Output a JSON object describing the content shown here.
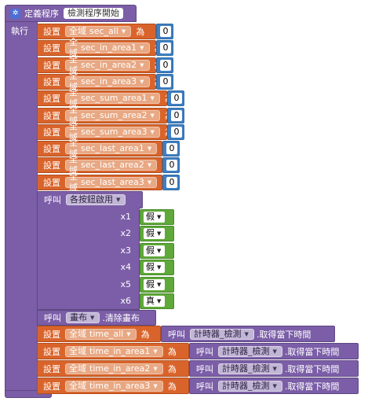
{
  "procedure": {
    "keyword": "定義程序",
    "name": "檢測程序開始",
    "do_label": "執行"
  },
  "labels": {
    "set": "設置",
    "global": "全域",
    "to": "為",
    "call": "呼叫"
  },
  "set_number_blocks": [
    {
      "var": "sec_all",
      "value": "0"
    },
    {
      "var": "sec_in_area1",
      "value": "0"
    },
    {
      "var": "sec_in_area2",
      "value": "0"
    },
    {
      "var": "sec_in_area3",
      "value": "0"
    },
    {
      "var": "sec_sum_area1",
      "value": "0"
    },
    {
      "var": "sec_sum_area2",
      "value": "0"
    },
    {
      "var": "sec_sum_area3",
      "value": "0"
    },
    {
      "var": "sec_last_area1",
      "value": "0"
    },
    {
      "var": "sec_last_area2",
      "value": "0"
    },
    {
      "var": "sec_last_area3",
      "value": "0"
    }
  ],
  "call_buttons": {
    "procedure": "各按鈕啟用",
    "params": [
      {
        "name": "x1",
        "value": "假"
      },
      {
        "name": "x2",
        "value": "假"
      },
      {
        "name": "x3",
        "value": "假"
      },
      {
        "name": "x4",
        "value": "假"
      },
      {
        "name": "x5",
        "value": "假"
      },
      {
        "name": "x6",
        "value": "真"
      }
    ]
  },
  "call_canvas": {
    "component": "畫布",
    "method": ".清除畫布"
  },
  "set_time_blocks": [
    {
      "var": "time_all",
      "component": "計時器_檢測",
      "method": ".取得當下時間"
    },
    {
      "var": "time_in_area1",
      "component": "計時器_檢測",
      "method": ".取得當下時間"
    },
    {
      "var": "time_in_area2",
      "component": "計時器_檢測",
      "method": ".取得當下時間"
    },
    {
      "var": "time_in_area3",
      "component": "計時器_檢測",
      "method": ".取得當下時間"
    }
  ],
  "colors": {
    "procedure": "#7b5ea7",
    "variable": "#d9642b",
    "math": "#3f7fc2",
    "logic": "#5fa83a"
  }
}
